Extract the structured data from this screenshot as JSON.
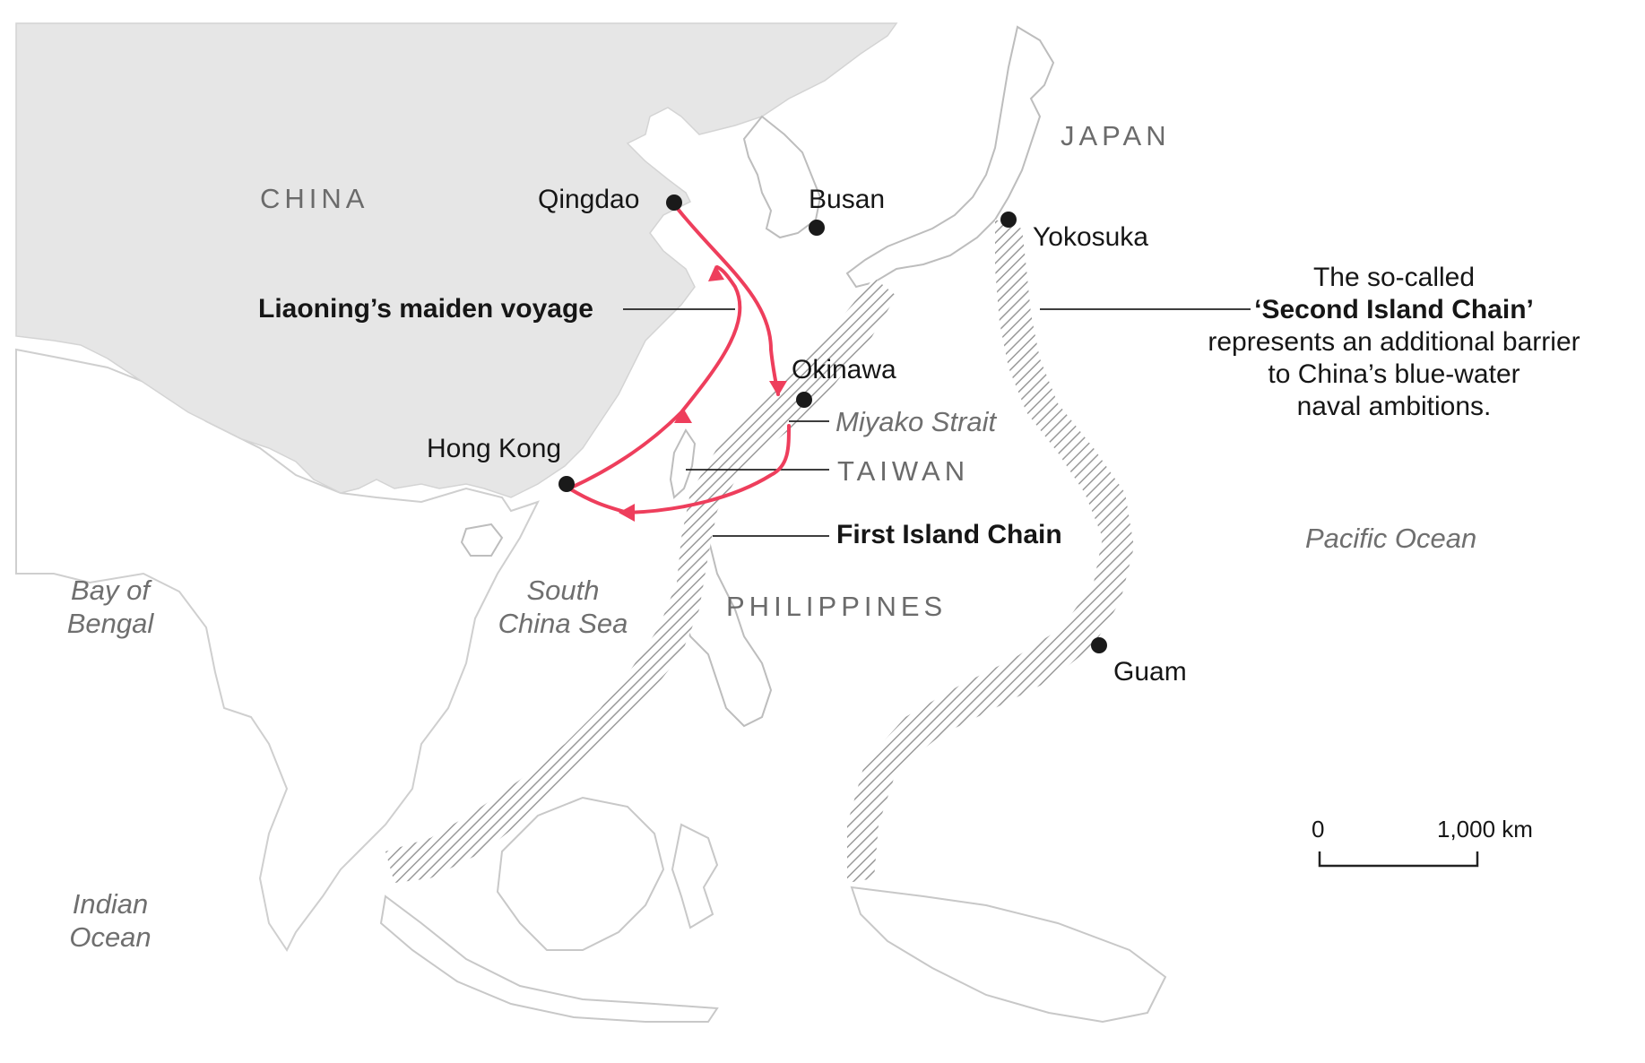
{
  "countries": {
    "china": "CHINA",
    "japan": "JAPAN",
    "taiwan": "TAIWAN",
    "philippines": "PHILIPPINES"
  },
  "cities": {
    "qingdao": "Qingdao",
    "busan": "Busan",
    "yokosuka": "Yokosuka",
    "okinawa": "Okinawa",
    "hong_kong": "Hong Kong",
    "guam": "Guam"
  },
  "waters": {
    "miyako_strait": "Miyako Strait",
    "pacific_ocean": "Pacific Ocean",
    "south_china_sea_1": "South",
    "south_china_sea_2": "China Sea",
    "bay_of_bengal_1": "Bay of",
    "bay_of_bengal_2": "Bengal",
    "indian_ocean_1": "Indian",
    "indian_ocean_2": "Ocean"
  },
  "annotations": {
    "voyage": "Liaoning’s maiden voyage",
    "first_chain": "First Island Chain",
    "second_chain_1": "The so-called",
    "second_chain_2": "‘Second Island Chain’",
    "second_chain_3": "represents an additional barrier",
    "second_chain_4": "to China’s blue-water",
    "second_chain_5": "naval ambitions."
  },
  "scale": {
    "start": "0",
    "end": "1,000 km"
  },
  "colors": {
    "china_fill": "#e6e6e6",
    "route": "#ee3e5c",
    "city_dot": "#1a1a1a",
    "border": "#c8c8c8"
  }
}
